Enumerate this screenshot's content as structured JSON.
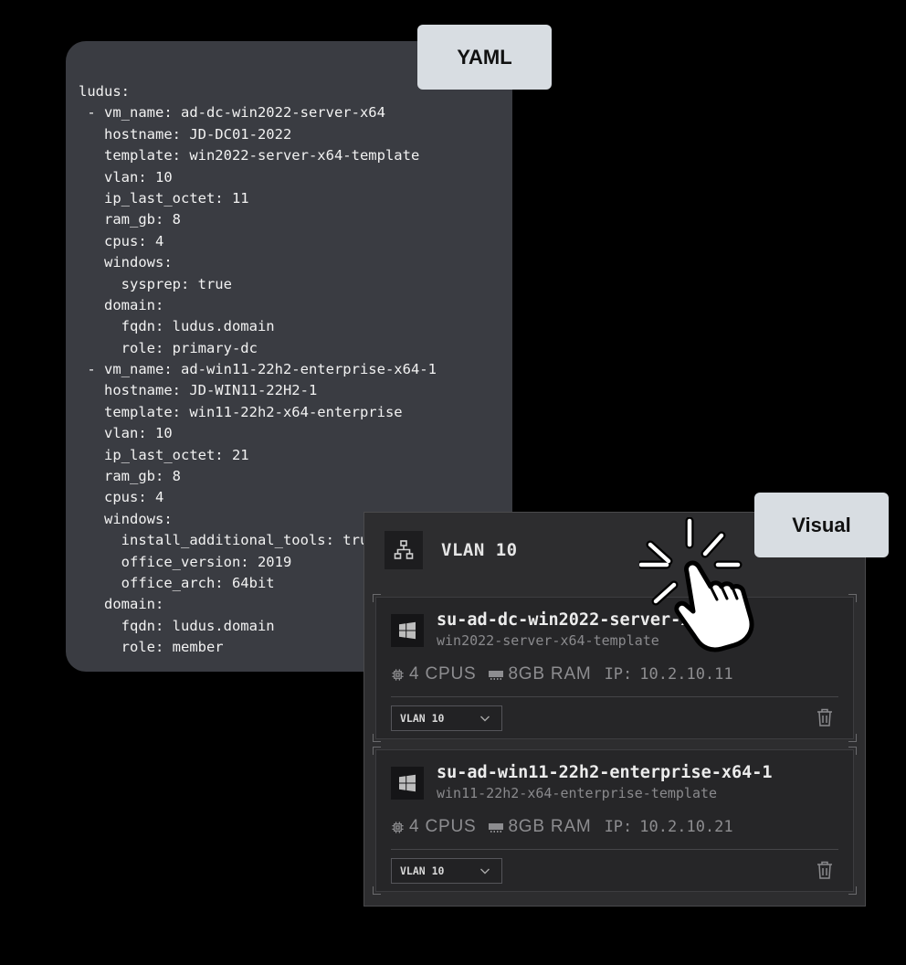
{
  "labels": {
    "yaml": "YAML",
    "visual": "Visual"
  },
  "yaml_lines": [
    "ludus:",
    " - vm_name: ad-dc-win2022-server-x64",
    "   hostname: JD-DC01-2022",
    "   template: win2022-server-x64-template",
    "   vlan: 10",
    "   ip_last_octet: 11",
    "   ram_gb: 8",
    "   cpus: 4",
    "   windows:",
    "     sysprep: true",
    "   domain:",
    "     fqdn: ludus.domain",
    "     role: primary-dc",
    " - vm_name: ad-win11-22h2-enterprise-x64-1",
    "   hostname: JD-WIN11-22H2-1",
    "   template: win11-22h2-x64-enterprise",
    "   vlan: 10",
    "   ip_last_octet: 21",
    "   ram_gb: 8",
    "   cpus: 4",
    "   windows:",
    "     install_additional_tools: true",
    "     office_version: 2019",
    "     office_arch: 64bit",
    "   domain:",
    "     fqdn: ludus.domain",
    "     role: member"
  ],
  "visual": {
    "vlan_title": "VLAN 10",
    "vms": [
      {
        "name": "su-ad-dc-win2022-server-x64",
        "template": "win2022-server-x64-template",
        "cpus": "4 CPUS",
        "ram": "8GB RAM",
        "ip_label": "IP:",
        "ip": "10.2.10.11",
        "vlan_select": "VLAN 10"
      },
      {
        "name": "su-ad-win11-22h2-enterprise-x64-1",
        "template": "win11-22h2-x64-enterprise-template",
        "cpus": "4 CPUS",
        "ram": "8GB RAM",
        "ip_label": "IP:",
        "ip": "10.2.10.21",
        "vlan_select": "VLAN 10"
      }
    ]
  },
  "icons": [
    "network-icon",
    "windows-logo-icon",
    "cpu-icon",
    "ram-icon",
    "chevron-down-icon",
    "trash-icon",
    "pointer-hand-icon"
  ]
}
